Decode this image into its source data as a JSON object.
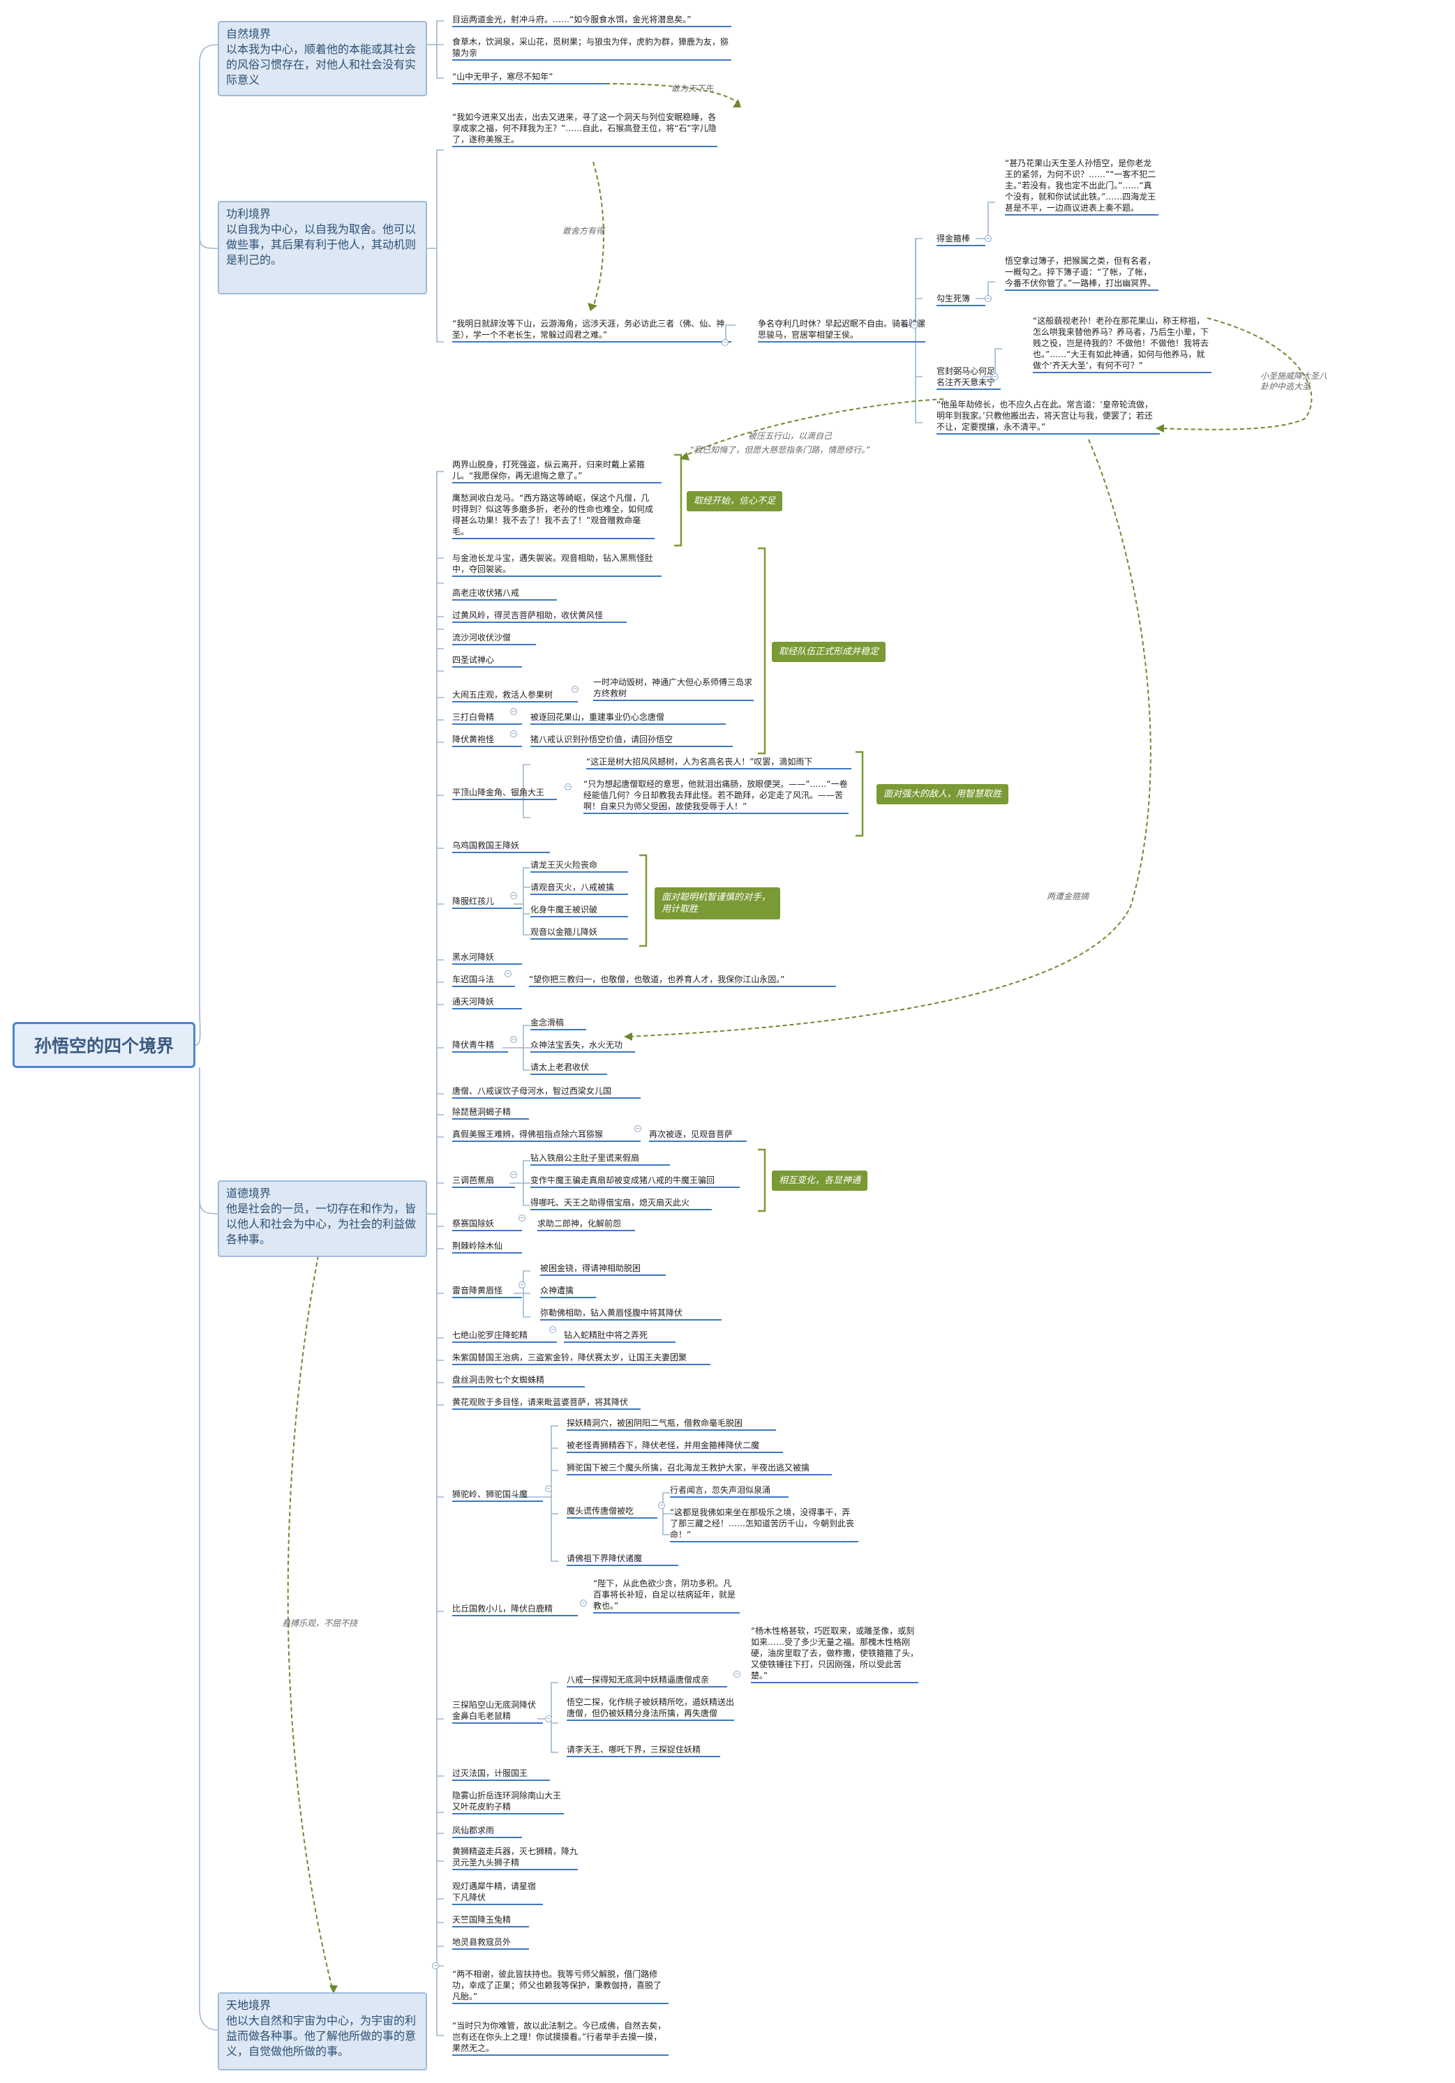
{
  "title": "孙悟空的四个境界",
  "categories": {
    "natural": {
      "title": "自然境界",
      "desc": "以本我为中心，顺着他的本能或其社会的风俗习惯存在，对他人和社会没有实际意义"
    },
    "utility": {
      "title": "功利境界",
      "desc": "以自我为中心，以自我为取舍。他可以做些事，其后果有利于他人，其动机则是利己的。"
    },
    "moral": {
      "title": "道德境界",
      "desc": "他是社会的一员，一切存在和作为，皆以他人和社会为中心，为社会的利益做各种事。"
    },
    "heaven": {
      "title": "天地境界",
      "desc": "他以大自然和宇宙为中心，为宇宙的利益而做各种事。他了解他所做的事的意义，自觉做他所做的事。"
    }
  },
  "nodes": {
    "n01": "目运两道金光，射冲斗府。……“如今服食水饵，金光将潜息矣。”",
    "n02": "食草木，饮涧泉，采山花，觅树果；与狼虫为伴，虎豹为群，獐鹿为友，猕猿为亲",
    "n03": "“山中无甲子，寒尽不知年”",
    "n04": "“我如今进来又出去，出去又进来，寻了这一个洞天与列位安眠稳睡，各享成家之福，何不拜我为王？”……自此，石猴高登王位，将“石”字儿隐了，遂称美猴王。",
    "n05": "“我明日就辞汝等下山，云游海角，远涉天涯，务必访此三者（佛、仙、神圣），学一个不老长生，常躲过阎君之难。”",
    "n06": "争名夺利几时休？早起迟眠不自由。骑着驴骡思骏马，官居宰相望王侯。",
    "n07": "得金箍棒",
    "n08": "“甚乃花果山天生圣人孙悟空，是你老龙王的紧邻，为何不识？……”“一客不犯二主。”若没有，我也定不出此门。”……“真个没有，就和你试试此铁。”……四海龙王甚是不平，一边商议进表上奏不题。",
    "n09": "勾生死簿",
    "n10": "悟空拿过簿子，把猴属之类，但有名者，一概勾之。捽下簿子道：“了帐，了帐，今番不伏你管了。”一路棒，打出幽冥界。",
    "n11": "官封弼马心何足名注齐天意未宁",
    "n12": "“这般藐视老孙！老孙在那花果山，称王称祖，怎么哄我来替他养马？养马者，乃后生小辈，下贱之役，岂是待我的？不做他！不做他！我将去也。”……“大王有如此神通，如何与他养马，就做个‘齐天大圣’，有何不可？”",
    "n13": "“他虽年劫修长，也不应久占在此。常言道：‘皇帝轮流做，明年到我家。’只教他搬出去，将天宫让与我，便罢了；若还不让，定要搅攘，永不清平。”",
    "n14": "两界山脱身，打死强盗，纵云离开，归来时戴上紧箍儿。“我愿保你，再无退悔之意了。”",
    "n15": "鹰愁涧收白龙马。“西方路这等崎岖，保这个凡僧，几时得到？似这等多磨多折，老孙的性命也难全，如何成得甚么功果！我不去了！我不去了！”观音赠救命毫毛。",
    "n16": "与金池长龙斗宝，遇失袈裟。观音相助，钻入黑熊怪肚中，夺回袈裟。",
    "n17": "高老庄收伏猪八戒",
    "n18": "过黄风岭，得灵吉菩萨相助，收伏黄风怪",
    "n19": "流沙河收伏沙僧",
    "n20": "四圣试禅心",
    "n21": "大闹五庄观，救活人参果树",
    "n22": "一时冲动毁树，神通广大但心系师傅三岛求方终救树",
    "n23": "三打白骨精",
    "n24": "被逐回花果山，重建事业仍心念唐僧",
    "n25": "降伏黄袍怪",
    "n26": "猪八戒认识到孙悟空价值，请回孙悟空",
    "n27": "平顶山降金角、银角大王",
    "n28": "“这正是树大招风风撼树，人为名高名丧人！”叹罢，滴如雨下",
    "n29": "“只为想起唐僧取经的意思，他就泪出痛肠，放眼便哭。——”……“一卷经能值几何？今日却教我去拜此怪。若不跪拜，必定走了风汛。——苦啊！自来只为师父受困，故使我受辱于人！”",
    "n30": "乌鸡国救国王降妖",
    "n31": "降服红孩儿",
    "n32": "请龙王灭火险丧命",
    "n33": "请观音灭火，八戒被擒",
    "n34": "化身牛魔王被识破",
    "n35": "观音以金箍儿降妖",
    "n36": "黑水河降妖",
    "n37": "车迟国斗法",
    "n38": "“望你把三教归一，也敬僧，也敬道，也养育人才，我保你江山永固。”",
    "n39": "通天河降妖",
    "n40": "降伏青牛精",
    "n41": "金念滑稿",
    "n42": "众神法宝丢失，水火无功",
    "n43": "请太上老君收伏",
    "n44": "唐僧、八戒误饮子母河水，智过西梁女儿国",
    "n45": "除琵琶洞蝎子精",
    "n46": "真假美猴王难辨，得佛祖指点除六耳猕猴",
    "n47": "再次被逐，见观音菩萨",
    "n48": "三调芭蕉扇",
    "n49": "钻入铁扇公主肚子里谎来假扇",
    "n50": "变作牛魔王骗走真扇却被变成猪八戒的牛魔王骗回",
    "n51": "得哪吒、天王之助得借宝扇，熄灭扇灭此火",
    "n52": "祭赛国除妖",
    "n53": "求助二郎神，化解前怨",
    "n54": "荆棘岭除木仙",
    "n55": "雷音降黄眉怪",
    "n56": "被困金铙，得请神相助脱困",
    "n57": "众神遭擒",
    "n58": "弥勒佛相助，钻入黄眉怪腹中将其降伏",
    "n59": "七绝山驼罗庄降蛇精",
    "n60": "钻入蛇精肚中将之弄死",
    "n61": "朱紫国替国王治病，三盗紫金铃，降伏赛太岁，让国王夫妻团聚",
    "n62": "盘丝洞击败七个女蜘蛛精",
    "n63": "黄花观败于多目怪，请来毗蓝婆菩萨，将其降伏",
    "n64": "狮驼岭、狮驼国斗魔",
    "n65": "探妖精洞穴，被困阴阳二气瓶，借救命毫毛脱困",
    "n66": "被老怪青狮精吞下，降伏老怪，并用金箍棒降伏二魔",
    "n67": "狮驼国下被三个魔头所擒，召北海龙王救护大家，半夜出逃又被擒",
    "n68": "行者闻言，忽失声泪似泉涌",
    "n69": "魔头谎传唐僧被吃",
    "n70": "“这都是我佛如来坐在那极乐之境，没得事干，弄了那三藏之经！……怎知道苦历千山，今朝到此丧命！”",
    "n71": "请佛祖下界降伏诸魔",
    "n72": "比丘国救小儿，降伏白鹿精",
    "n73": "“陛下，从此色欲少贪，阴功多积。凡百事将长补短，自足以祛病延年，就是教也。”",
    "n74": "三探陷空山无底洞降伏金鼻白毛老鼠精",
    "n75": "八戒一探得知无底洞中妖精逼唐僧成亲",
    "n76": "“杨木性格甚软，巧匠取来，或雕圣像，或刻如来……受了多少无量之福。那槐木性格刚硬，油房里取了去，做柞撒，使铁箍箍了头，又使铁锤往下打，只因刚强，所以受此苦楚。”",
    "n77": "悟空二探，化作桃子被妖精所吃，遁妖精送出唐僧，但仍被妖精分身法所擒，再失唐僧",
    "n78": "请李天王、哪吒下界，三探捉住妖精",
    "n79": "过灭法国，计服国王",
    "n80": "隐雾山折岳连环洞除南山大王又叶花皮豹子精",
    "n81": "凤仙郡求雨",
    "n82": "黄狮精盗走兵器，灭七狮精，降九灵元圣九头狮子精",
    "n83": "观灯遇犀牛精，请星宿下凡降伏",
    "n84": "天竺国降玉兔精",
    "n85": "地灵县救寇员外",
    "n86": "“两不相谢，彼此皆扶持也。我等亏师父解脱，借门路修功，幸成了正果；师父也赖我等保护，秉教伽持，喜脱了凡胎。”",
    "n87": "“当时只为你难管，故以此法制之。今已成佛，自然去矣，岂有还在你头上之理！你试摸摸看。”行者举手去摸一摸，果然无之。"
  },
  "tags": {
    "t1": "取经开始，信心不足",
    "t2": "取经队伍正式形成并稳定",
    "t3": "面对强大的敌人，用智慧取胜",
    "t4": "面对聪明机智谨慎的对手，用计取胜",
    "t5": "相互变化，各显神通"
  },
  "notes": {
    "a1": "敢为天下先",
    "a2": "敢舍方有得",
    "a3": "小圣施威降大圣八卦炉中逃大圣",
    "a4": "被压五行山，以滴自己",
    "a5": "“我已知悔了，但愿大慈悲指条门路，情愿修行。”",
    "a6": "两遭金箍摘",
    "a7": "悬搏乐观，不屈不挠"
  }
}
